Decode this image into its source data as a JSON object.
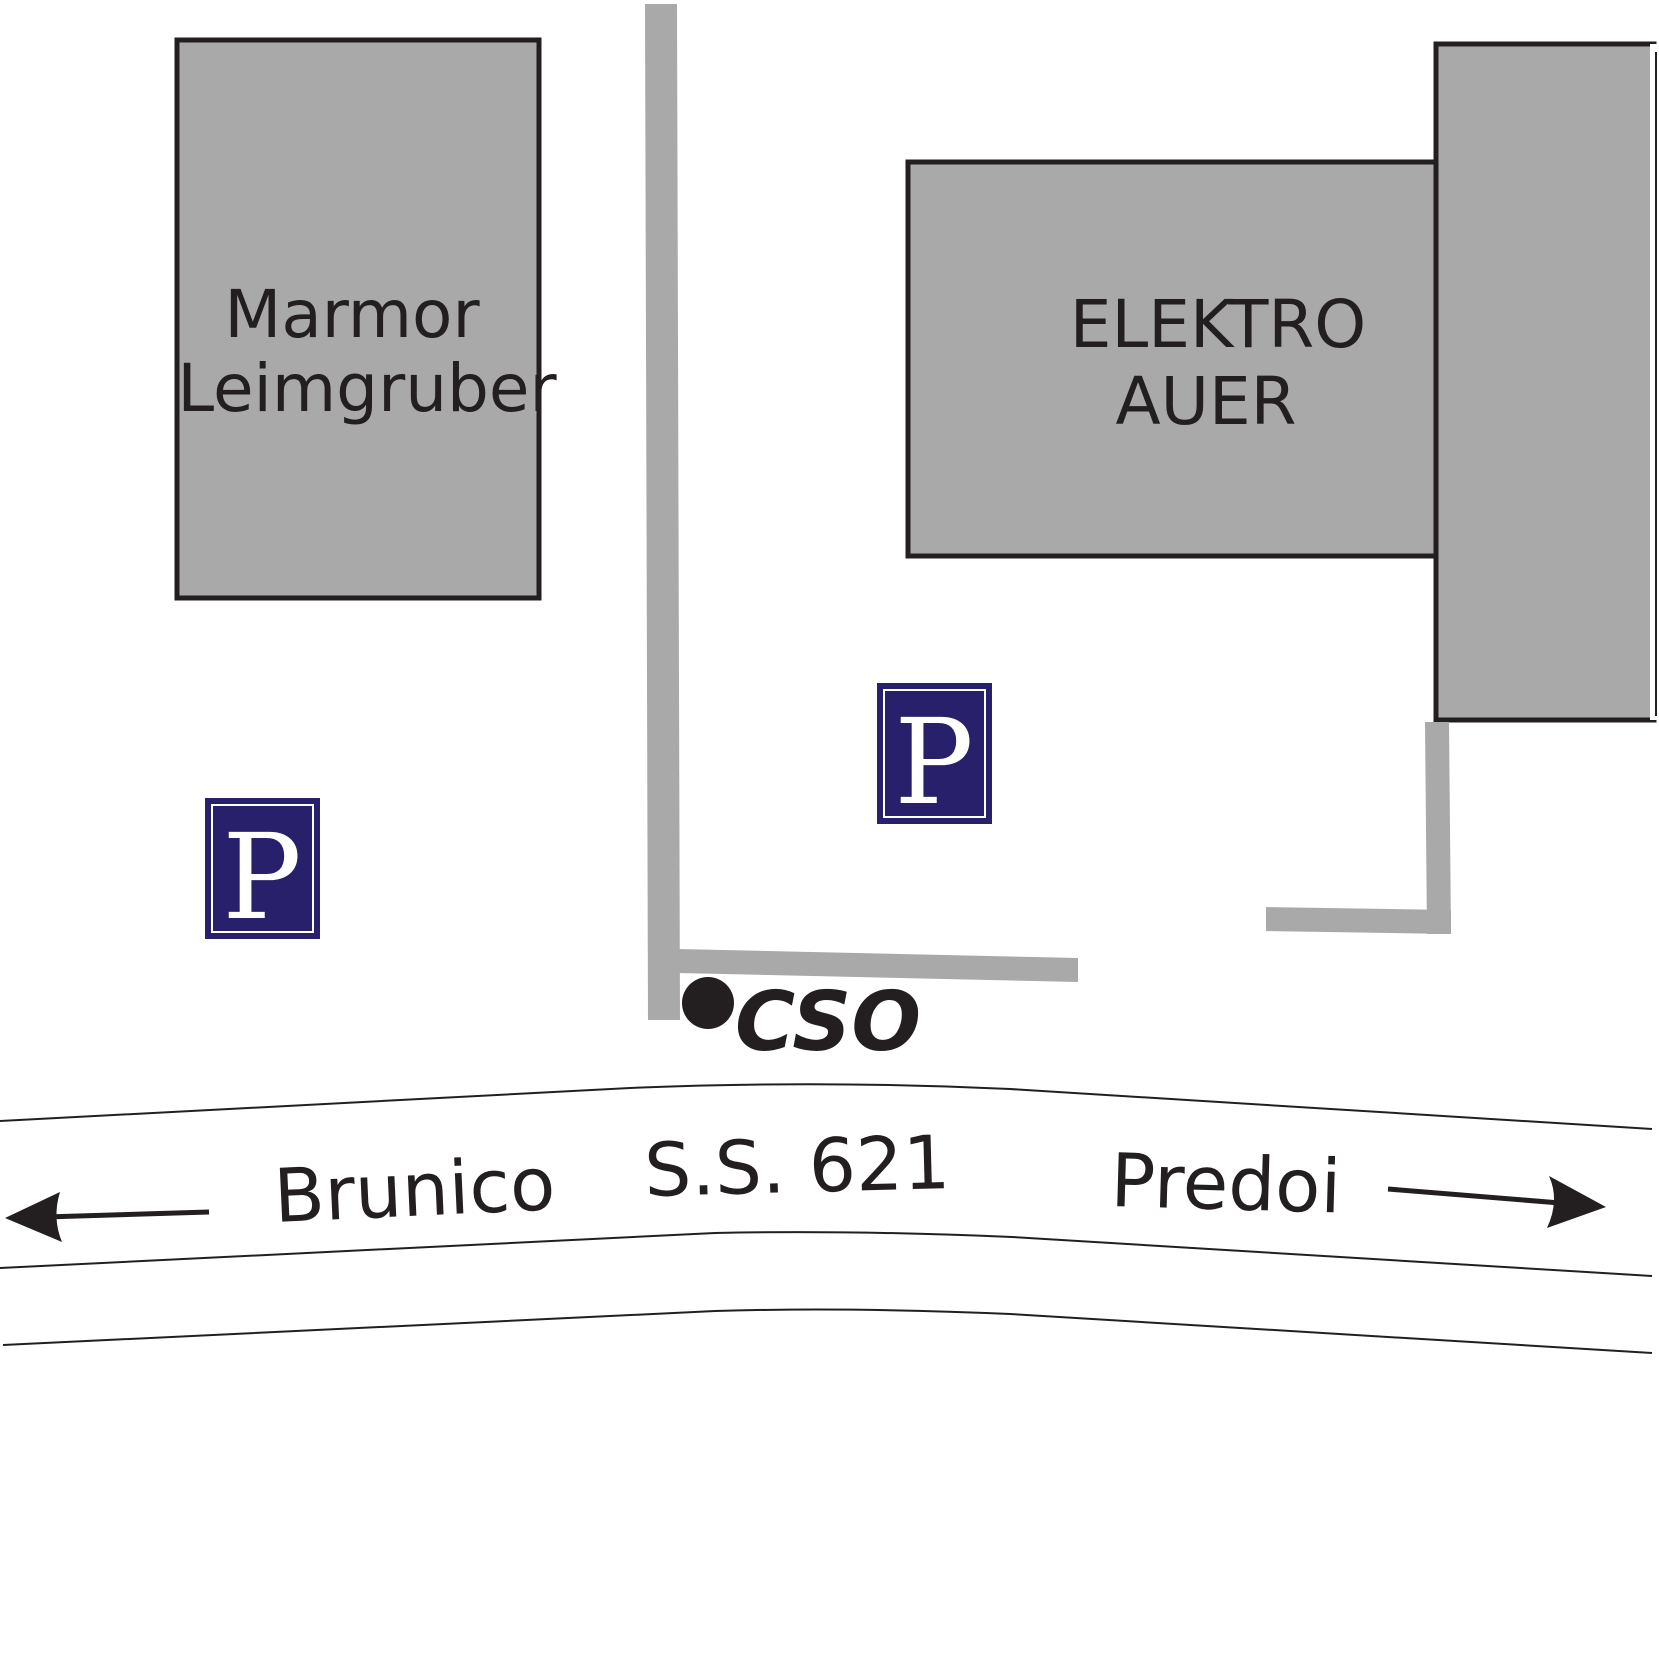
{
  "colors": {
    "building_fill": "#a9a9a9",
    "lane_fill": "#a9a9a9",
    "outline": "#231f20",
    "parking_sign": "#29206b",
    "parking_letter": "#ffffff"
  },
  "buildings": [
    {
      "name": "marmor-leimgruber",
      "label_lines": [
        "Marmor",
        "Leimgruber"
      ]
    },
    {
      "name": "elektro-auer",
      "label_lines": [
        "ELEKTRO",
        "AUER"
      ]
    },
    {
      "name": "unlabeled-east-building",
      "label_lines": []
    }
  ],
  "parking": [
    {
      "name": "parking-west",
      "letter": "P"
    },
    {
      "name": "parking-center",
      "letter": "P"
    }
  ],
  "location_marker": {
    "label": "CSO",
    "icon": "location-dot-icon"
  },
  "road": {
    "label_west": "Brunico",
    "label_center": "S.S. 621",
    "label_east": "Predoi",
    "west_arrow_icon": "arrow-left-icon",
    "east_arrow_icon": "arrow-right-icon"
  }
}
